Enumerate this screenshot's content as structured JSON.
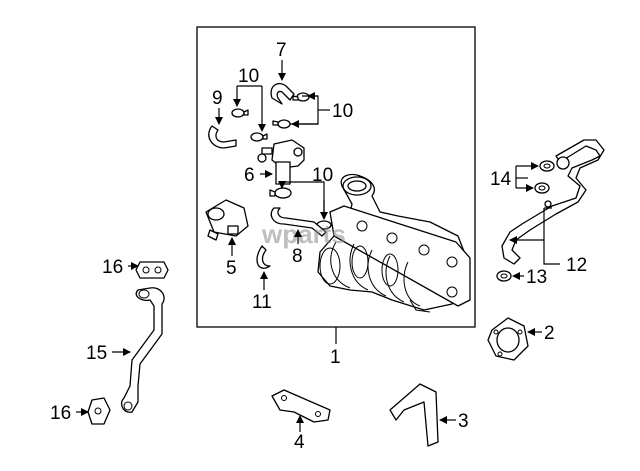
{
  "diagram": {
    "watermark": "wparts",
    "callouts": {
      "c1": "1",
      "c2": "2",
      "c3": "3",
      "c4": "4",
      "c5": "5",
      "c6": "6",
      "c7": "7",
      "c8": "8",
      "c9": "9",
      "c10a": "10",
      "c10b": "10",
      "c10c": "10",
      "c11": "11",
      "c12": "12",
      "c13": "13",
      "c14": "14",
      "c15": "15",
      "c16a": "16",
      "c16b": "16"
    }
  }
}
